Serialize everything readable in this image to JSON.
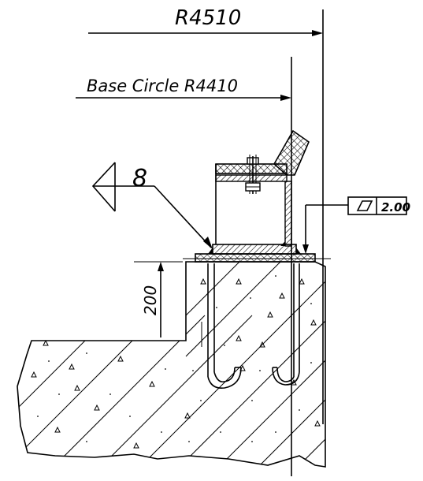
{
  "labels": {
    "outer_radius": "R4510",
    "base_circle": "Base Circle R4410",
    "weld_size": "8",
    "height_dim": "200",
    "flatness_value": "2.00"
  },
  "symbols": {
    "flatness": "parallelogram-icon",
    "weld": "fillet-weld-symbol"
  },
  "colors": {
    "line": "#000000",
    "background": "#ffffff"
  }
}
